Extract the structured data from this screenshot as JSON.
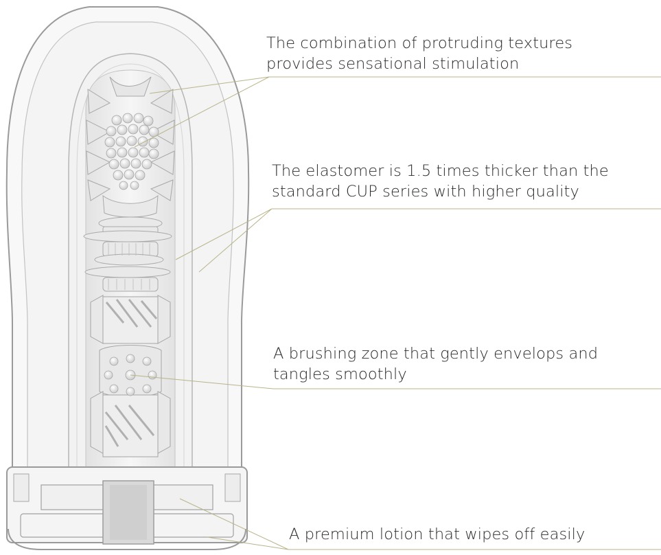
{
  "colors": {
    "outline": "#9a9a9a",
    "body_fill": "#f7f7f7",
    "sleeve_fill": "#ededed",
    "leader": "#b8b48a",
    "text": "#2a2a2a"
  },
  "annotations": [
    {
      "id": "textures",
      "lines": [
        "The combination of protruding textures",
        "provides sensational stimulation"
      ]
    },
    {
      "id": "elastomer",
      "lines": [
        "The elastomer is 1.5 times thicker than the",
        "standard CUP series with higher quality"
      ]
    },
    {
      "id": "brushing",
      "lines": [
        "A brushing zone that gently envelops and",
        "tangles smoothly"
      ]
    },
    {
      "id": "lotion",
      "lines": [
        "A premium lotion that wipes off easily"
      ]
    }
  ]
}
